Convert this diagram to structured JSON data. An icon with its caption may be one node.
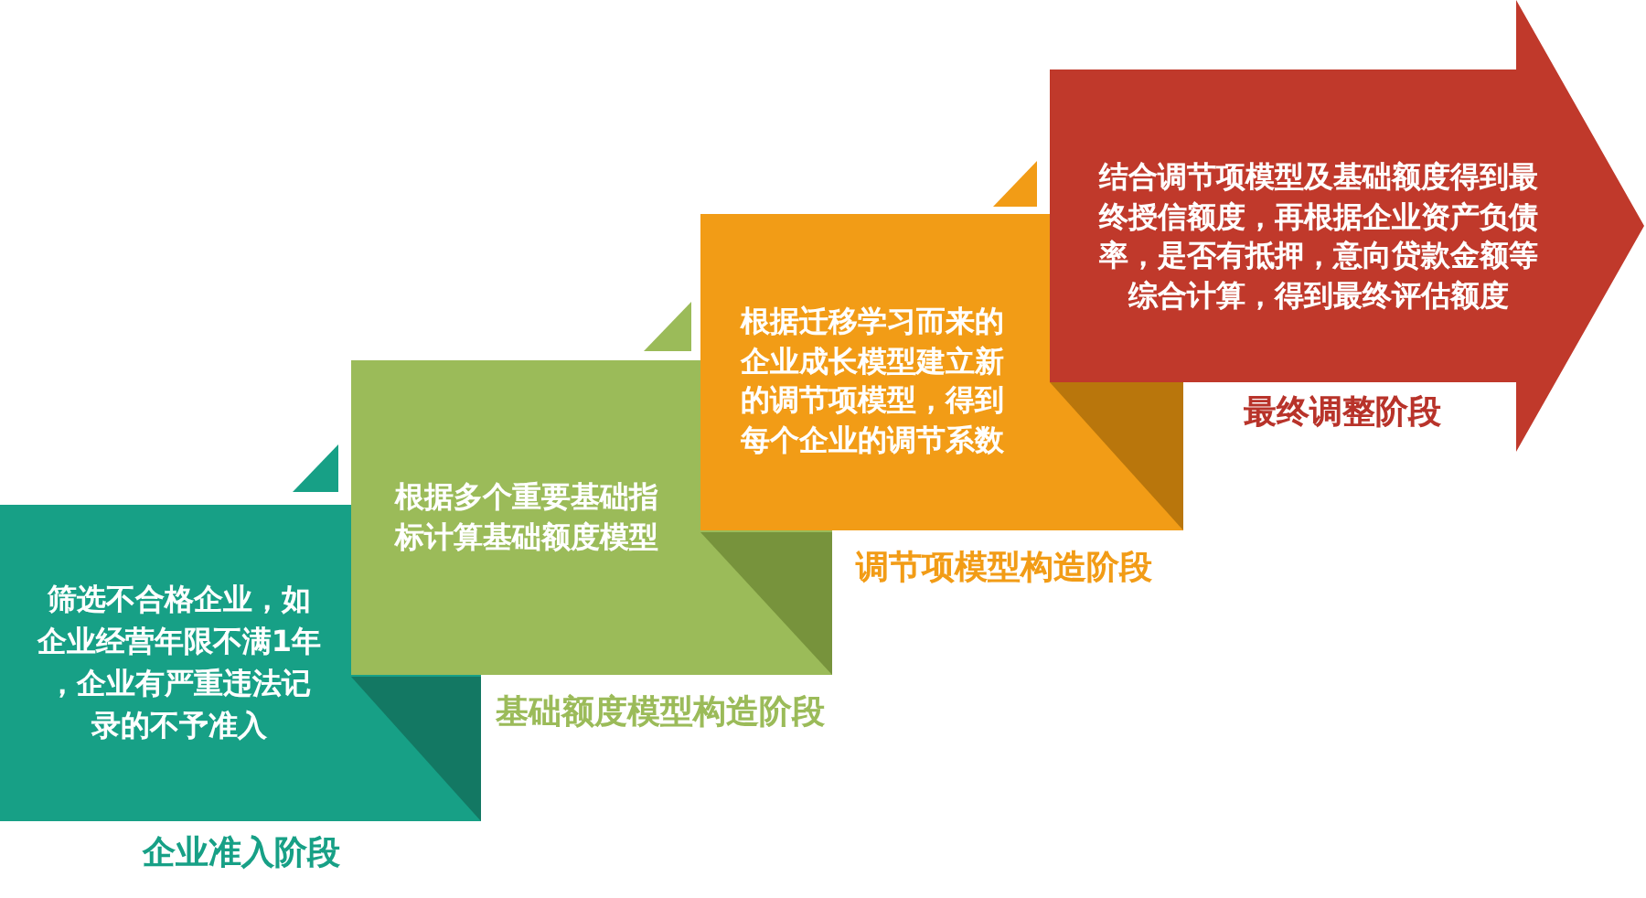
{
  "diagram": {
    "nodes": [
      {
        "text": [
          "筛选不合格企业，如企业经营年限不满1年，企业有严重违法记录的不予准入"
        ],
        "beside": [
          "企业准入阶段"
        ]
      },
      {
        "text": [
          "根据多个重要基础指标计算基础额度模型"
        ],
        "beside": [
          "基础额度模型构造阶段"
        ]
      },
      {
        "text": [
          "根据迁移学习而来的企业成长模型建立新的调节项模型，得到每个企业的调节系数"
        ],
        "beside": [
          "调节项模型构造阶段"
        ]
      },
      {
        "text": [
          "结合调节项模型及基础额度得到最终授信额度，再根据企业资产负债率，是否有抵押，意向贷款金额等综合计算，得到最终评估额度"
        ],
        "beside": [
          "最终调整阶段"
        ]
      }
    ]
  }
}
